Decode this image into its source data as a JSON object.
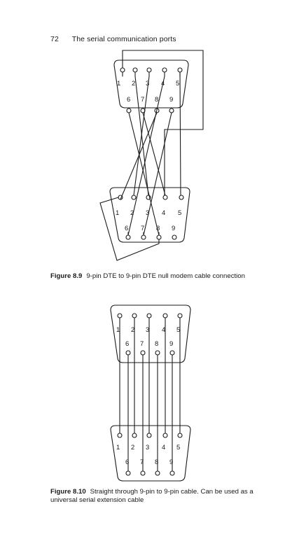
{
  "header": {
    "page_number": "72",
    "section_title": "The serial communication ports"
  },
  "figure_1": {
    "label": "Figure 8.9",
    "caption": "9-pin DTE to 9-pin DTE null modem cable connection",
    "top_connector_pins_row1": [
      "1",
      "2",
      "3",
      "4",
      "5"
    ],
    "top_connector_pins_row2": [
      "6",
      "7",
      "8",
      "9"
    ],
    "bottom_connector_pins_row1": [
      "1",
      "2",
      "3",
      "4",
      "5"
    ],
    "bottom_connector_pins_row2": [
      "6",
      "7",
      "8",
      "9"
    ]
  },
  "figure_2": {
    "label": "Figure 8.10",
    "caption": "Straight through 9-pin to 9-pin cable. Can be used as a universal serial extension cable",
    "top_connector_pins_row1": [
      "1",
      "2",
      "3",
      "4",
      "5"
    ],
    "top_connector_pins_row2": [
      "6",
      "7",
      "8",
      "9"
    ],
    "bottom_connector_pins_row1": [
      "1",
      "2",
      "3",
      "4",
      "5"
    ],
    "bottom_connector_pins_row2": [
      "6",
      "7",
      "8",
      "9"
    ]
  }
}
